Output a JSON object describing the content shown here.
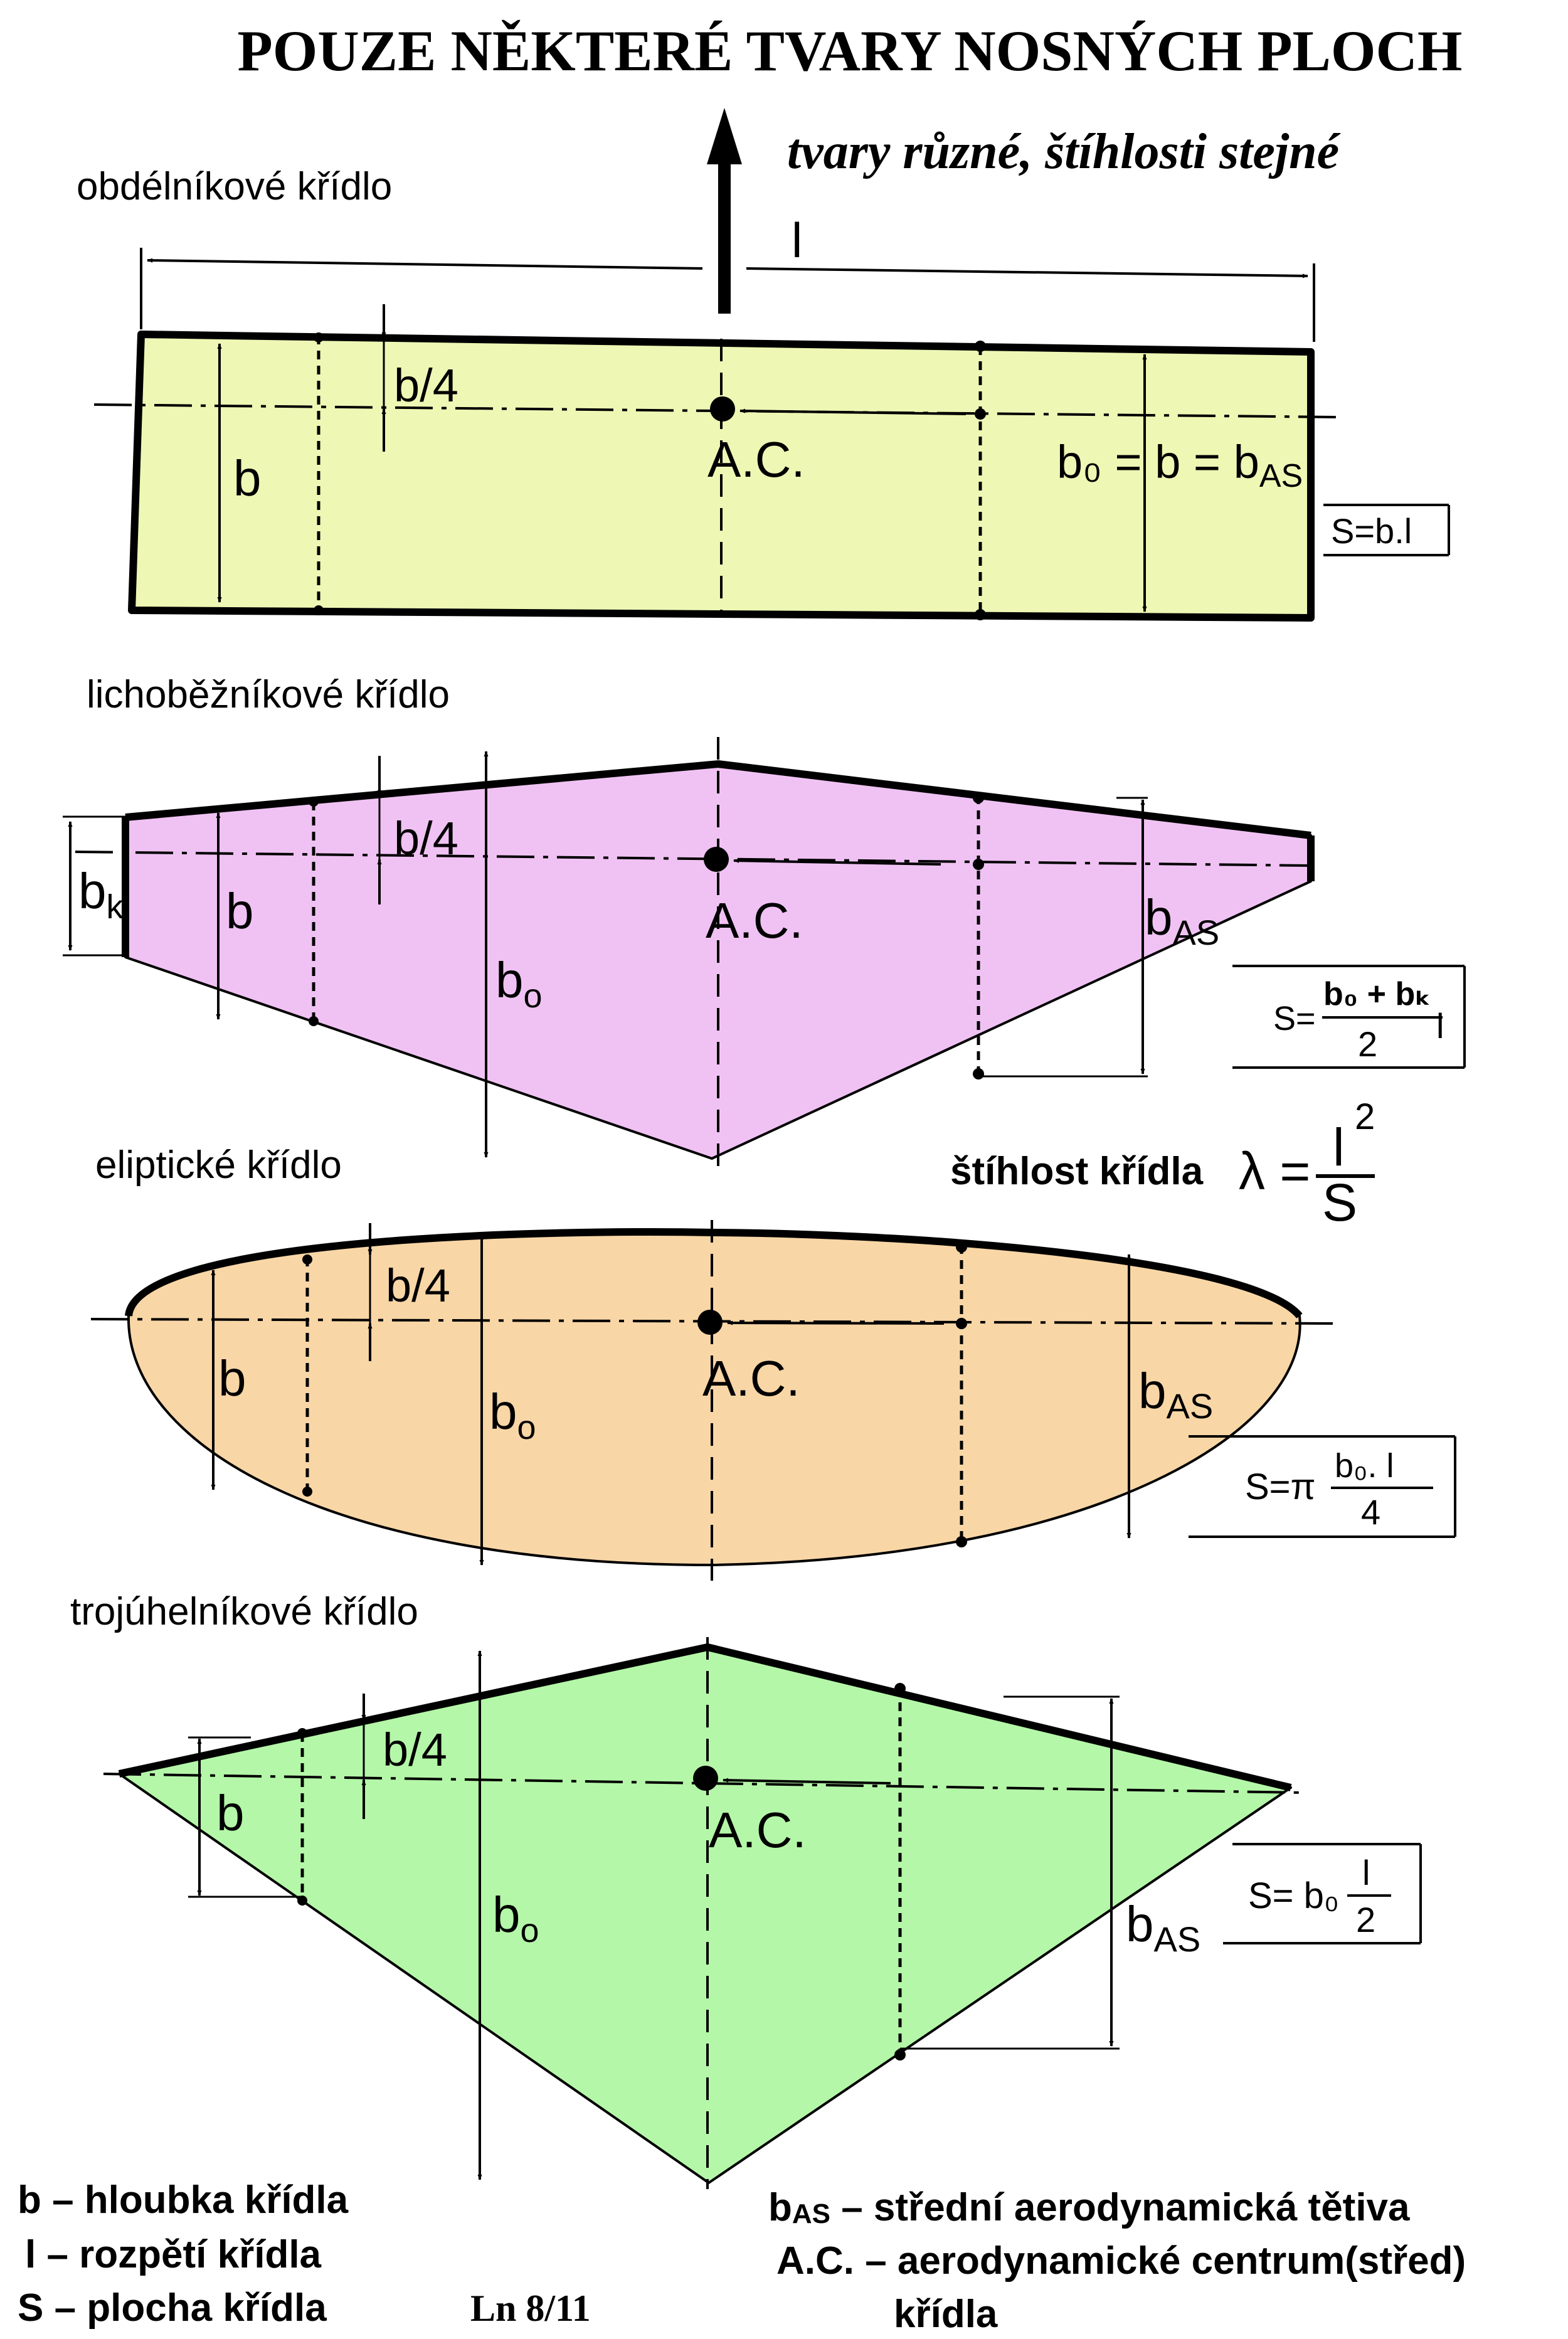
{
  "title": "POUZE NĚKTERÉ TVARY NOSNÝCH PLOCH",
  "subtitle": "tvary různé, štíhlosti stejné",
  "span_label": "l",
  "colors": {
    "rect_fill": "#EEF7B4",
    "trap_fill": "#F0C2F3",
    "ellipse_fill": "#F8D6A6",
    "tri_fill": "#B4F7A8",
    "ink": "#000000"
  },
  "rect": {
    "name": "obdélníkové křídlo",
    "b": "b",
    "quarter": "b/4",
    "ac": "A.C.",
    "bas_eq": "b₀ = b = b",
    "bas_sub": "AS",
    "area": "S=b.l"
  },
  "trap": {
    "name": "lichoběžníkové křídlo",
    "bk": "b",
    "bk_sub": "k",
    "b": "b",
    "quarter": "b/4",
    "b0": "b",
    "b0_sub": "o",
    "ac": "A.C.",
    "bas": "b",
    "bas_sub": "AS",
    "area_prefix": "S=",
    "area_num": "b₀ + bₖ",
    "area_den": "2",
    "area_suffix": "l"
  },
  "aspect": {
    "label": "štíhlost křídla",
    "symbol": "λ =",
    "num": "l",
    "exp": "2",
    "den": "S"
  },
  "ellipse": {
    "name": "eliptické křídlo",
    "b": "b",
    "quarter": "b/4",
    "b0": "b",
    "b0_sub": "o",
    "ac": "A.C.",
    "bas": "b",
    "bas_sub": "AS",
    "area_prefix": "S=π",
    "area_num": "b₀. l",
    "area_den": "4"
  },
  "tri": {
    "name": "trojúhelníkové křídlo",
    "b": "b",
    "quarter": "b/4",
    "b0": "b",
    "b0_sub": "o",
    "ac": "A.C.",
    "bas": "b",
    "bas_sub": "AS",
    "area_prefix": "S= b₀",
    "area_num": "l",
    "area_den": "2"
  },
  "legend_left": [
    "b – hloubka křídla",
    "l – rozpětí křídla",
    "S – plocha křídla"
  ],
  "legend_right": [
    "b",
    "AS",
    " – střední aerodynamická tětiva",
    "A.C. – aerodynamické centrum(střed)",
    "křídla"
  ],
  "page_number": "Ln 8/11"
}
